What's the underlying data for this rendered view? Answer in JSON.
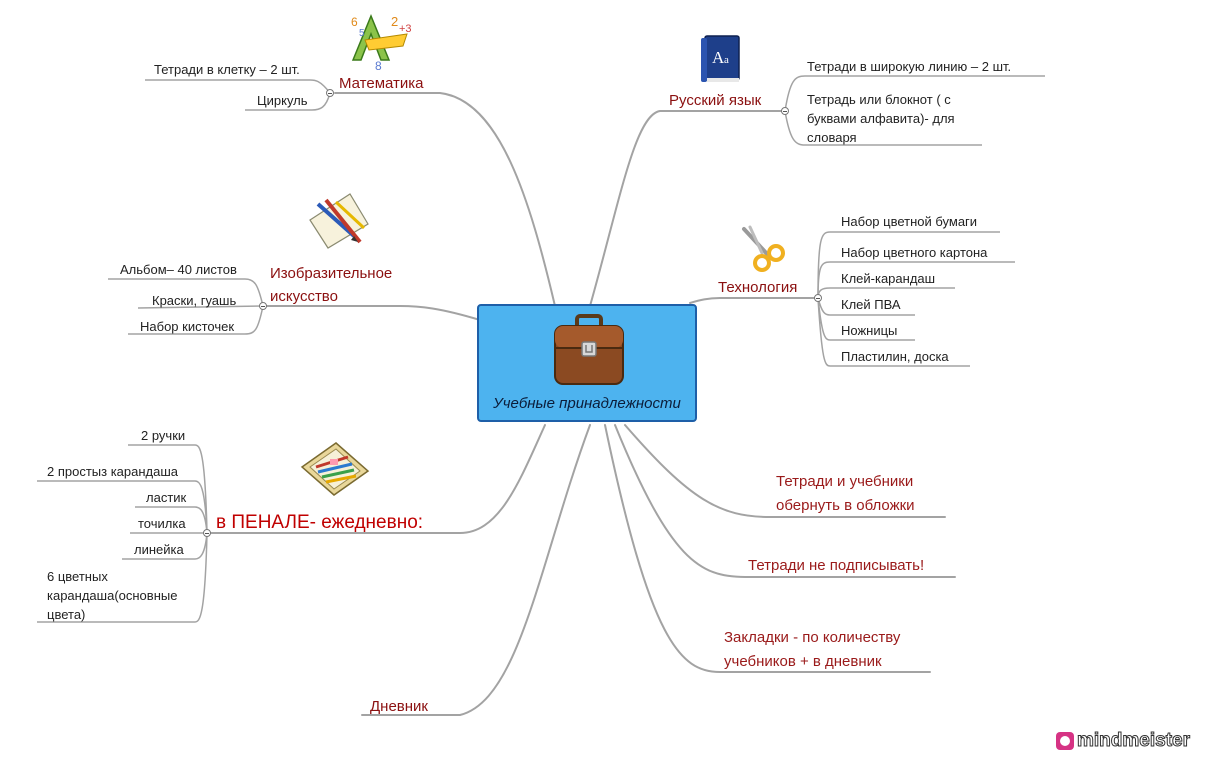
{
  "center": {
    "label": "Учебные принадлежности"
  },
  "math": {
    "label": "Математика",
    "items": [
      "Тетради в клетку – 2 шт.",
      "Циркуль"
    ]
  },
  "russian": {
    "label": "Русский язык",
    "items": [
      "Тетради в широкую линию – 2  шт.",
      "Тетрадь или блокнот ( с буквами алфавита)- для словаря"
    ]
  },
  "art": {
    "label": "Изобразительное искусство",
    "items": [
      "Альбом– 40 листов",
      "Краски, гуашь",
      "Набор кисточек"
    ]
  },
  "tech": {
    "label": "Технология",
    "items": [
      "Набор цветной бумаги",
      "Набор цветного картона",
      "Клей-карандаш",
      "Клей ПВА",
      "Ножницы",
      "Пластилин, доска"
    ]
  },
  "penal": {
    "label": "в ПЕНАЛЕ- ежедневно:",
    "items": [
      "2 ручки",
      "2 простыз карандаша",
      "ластик",
      "точилка",
      "линейка",
      "6 цветных карандаша(основные цвета)"
    ]
  },
  "diary": {
    "label": "Дневник"
  },
  "notes": [
    "Тетради и  учебники обернуть в обложки",
    "Тетради не подписывать!",
    "Закладки - по количеству учебников + в дневник"
  ],
  "brand": {
    "name": "mindmeister"
  },
  "icons": {
    "math": "math-symbols-icon",
    "russian": "dictionary-book-icon",
    "art": "paper-and-pencils-icon",
    "tech": "scissors-icon",
    "penal": "pencil-case-icon",
    "center": "briefcase-icon"
  },
  "colors": {
    "branch": "#8b1010",
    "center_fill": "#4db3ef",
    "center_border": "#1e5fa8",
    "line": "#9a9a9a"
  }
}
